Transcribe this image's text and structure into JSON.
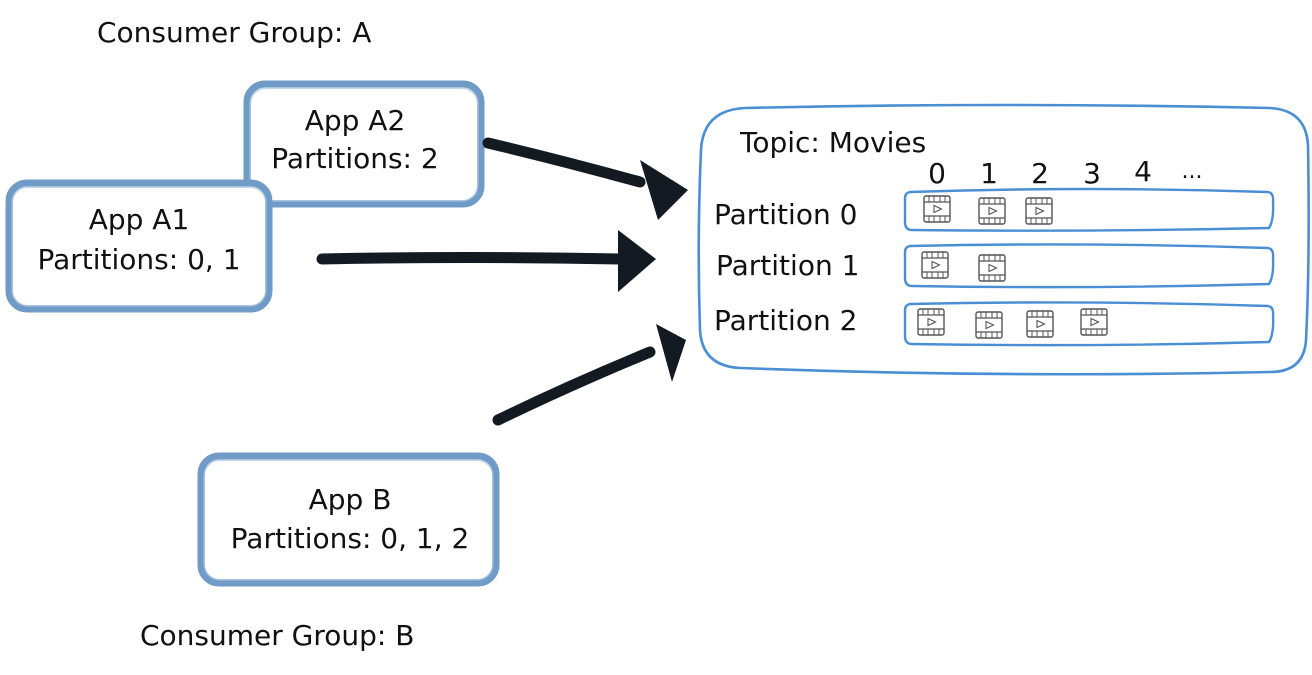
{
  "consumer_groups": [
    {
      "label": "Consumer Group: A",
      "apps": [
        {
          "name": "App A1",
          "partitions": "Partitions: 0, 1"
        },
        {
          "name": "App A2",
          "partitions": "Partitions: 2"
        }
      ]
    },
    {
      "label": "Consumer Group: B",
      "apps": [
        {
          "name": "App B",
          "partitions": "Partitions: 0, 1, 2"
        }
      ]
    }
  ],
  "topic": {
    "title": "Topic: Movies",
    "offsets": [
      "0",
      "1",
      "2",
      "3",
      "4",
      "..."
    ],
    "partitions": [
      {
        "label": "Partition 0",
        "message_icons": [
          "film-icon",
          "film-icon",
          "film-icon"
        ]
      },
      {
        "label": "Partition 1",
        "message_icons": [
          "film-icon",
          "film-icon"
        ]
      },
      {
        "label": "Partition 2",
        "message_icons": [
          "film-icon",
          "film-icon",
          "film-icon",
          "film-icon"
        ]
      }
    ]
  },
  "colors": {
    "app_border": "#6f9bc6",
    "topic_border": "#4a8fd4",
    "arrow": "#131a22",
    "text": "#111111"
  }
}
